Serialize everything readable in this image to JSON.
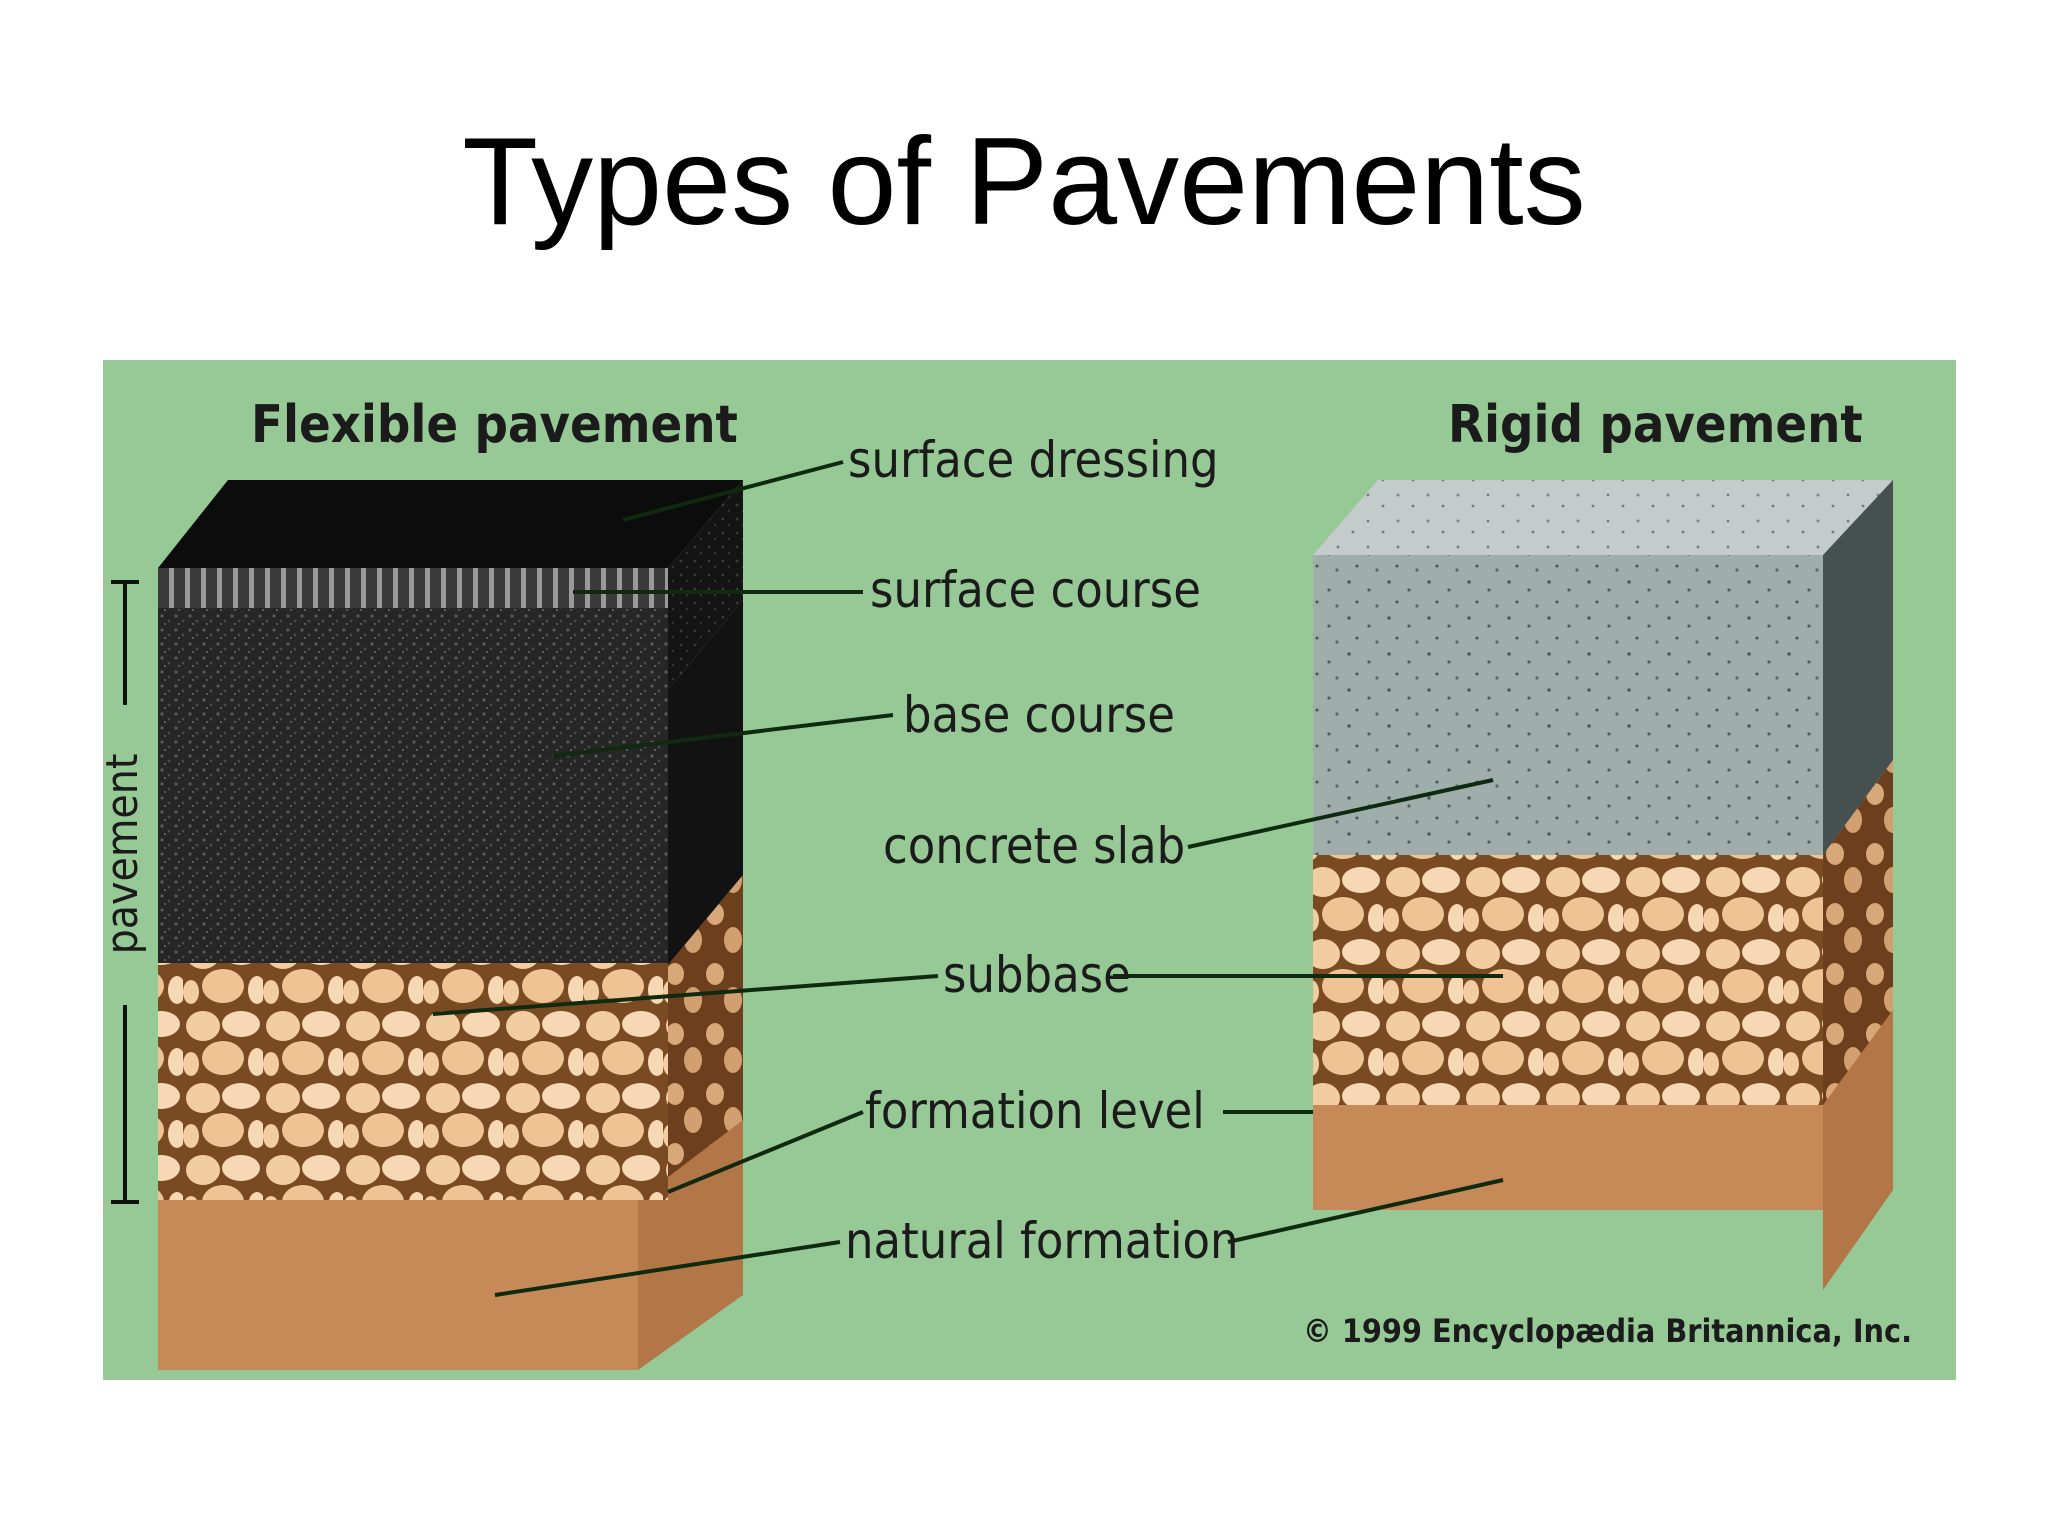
{
  "slide": {
    "title": "Types of Pavements"
  },
  "diagram": {
    "flexible_heading": "Flexible pavement",
    "rigid_heading": "Rigid pavement",
    "side_label": "pavement",
    "labels": {
      "surface_dressing": "surface dressing",
      "surface_course": "surface course",
      "base_course": "base course",
      "concrete_slab": "concrete slab",
      "subbase": "subbase",
      "formation_level": "formation level",
      "natural_formation": "natural formation"
    },
    "copyright": "© 1999 Encyclopædia Britannica, Inc."
  },
  "colors": {
    "background": "#96c996",
    "asphalt": "#1f1f1f",
    "concrete": "#9aa8a6",
    "stones": "#f0c79a",
    "soil": "#c68a58"
  }
}
